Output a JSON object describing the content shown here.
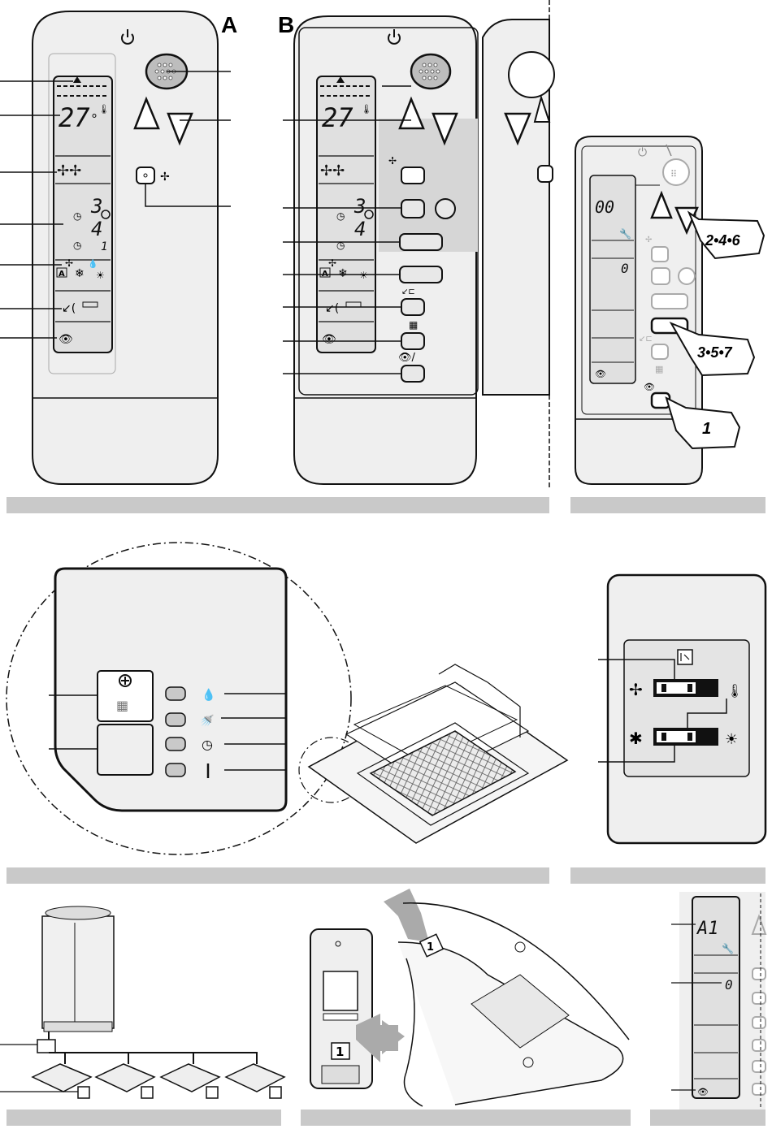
{
  "panel_top": {
    "label_a": "A",
    "label_b": "B",
    "display_temp": "27",
    "degree_sign": "°",
    "display_mode": "A",
    "timer_on_digit": "3",
    "timer_off_digit": "4",
    "timer_tick": "1"
  },
  "panel_side_remote": {
    "display_code": "00",
    "display_digit": "0",
    "step_a": "2•4•6",
    "step_b": "3•5•7",
    "step_c": "1"
  },
  "panel_switch": {},
  "panel_bottom_right": {
    "display_code": "A1",
    "display_digit": "0"
  },
  "panel_bottom_mid": {
    "slot_number": "1",
    "panel_number": "1"
  },
  "colors": {
    "remote_fill": "#efefef",
    "shade": "#d6d6d6",
    "caption_bar": "#c9c9c9",
    "line": "#1a1a1a"
  },
  "icons": [
    "power-icon",
    "fan-icon",
    "snowflake-icon",
    "sun-icon",
    "clock-icon",
    "eye-icon",
    "thermometer-icon",
    "water-drop-icon",
    "wrench-icon",
    "grid-icon",
    "swing-icon"
  ]
}
